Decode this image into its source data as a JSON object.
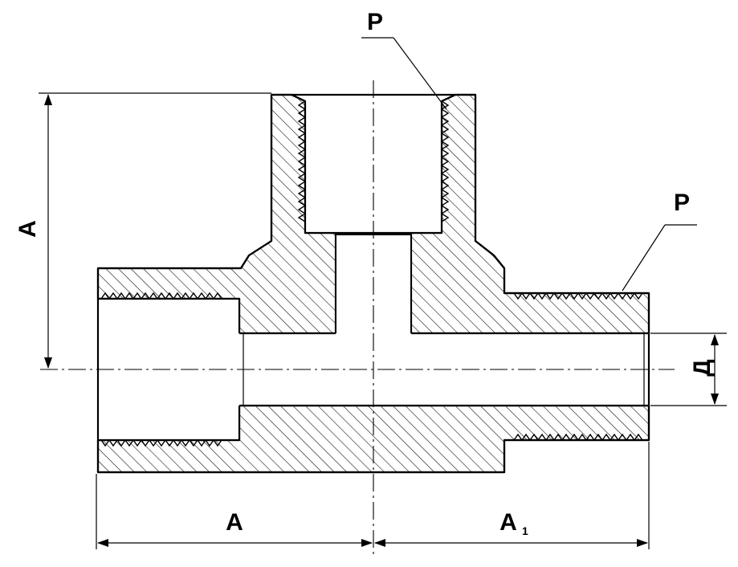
{
  "labels": {
    "thread_top": "Р",
    "thread_right": "Р",
    "dim_height": "А",
    "dim_left": "А",
    "dim_right_base": "А",
    "dim_right_sub": "1",
    "dim_diameter": "Д"
  }
}
